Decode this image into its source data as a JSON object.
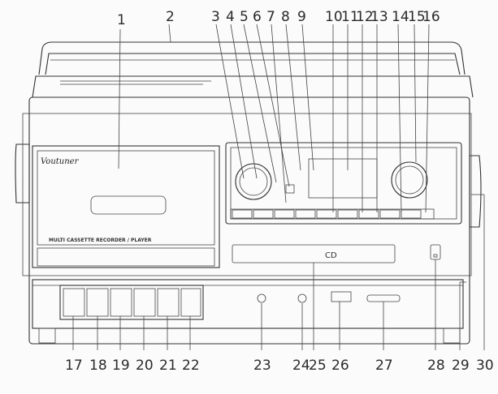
{
  "diagram": {
    "brand": "Voutuner",
    "panel_text": {
      "tape_header": "",
      "tape_sub": "",
      "recorder_label": "MULTI CASSETTE RECORDER / PLAYER",
      "cd_label": "CD"
    },
    "callouts_top": [
      "1",
      "2",
      "3",
      "4",
      "5",
      "6",
      "7",
      "8",
      "9",
      "10",
      "11",
      "12",
      "13",
      "14",
      "15",
      "16"
    ],
    "callouts_right": [
      "29",
      "30"
    ],
    "callouts_bottom": [
      "17",
      "18",
      "19",
      "20",
      "21",
      "22",
      "23",
      "24",
      "25",
      "26",
      "27",
      "28"
    ]
  }
}
